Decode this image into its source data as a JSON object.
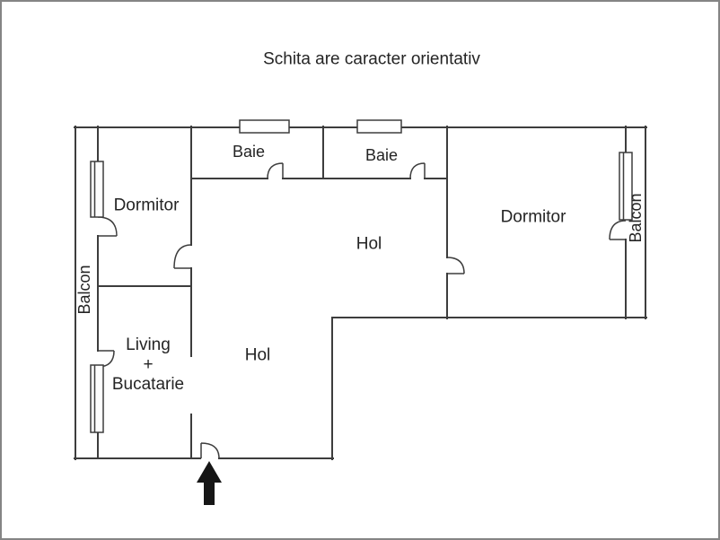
{
  "title": "Schita are caracter orientativ",
  "rooms": {
    "baie_left": "Baie",
    "baie_right": "Baie",
    "dormitor_left": "Dormitor",
    "dormitor_right": "Dormitor",
    "hol_main": "Hol",
    "hol_lower": "Hol",
    "living_line1": "Living",
    "living_line2": "+",
    "living_line3": "Bucatarie",
    "balcon_left": "Balcon",
    "balcon_right": "Balcon"
  },
  "colors": {
    "wall": "#3d3d3d",
    "text": "#242424",
    "border": "#858585",
    "arrow": "#161616"
  }
}
